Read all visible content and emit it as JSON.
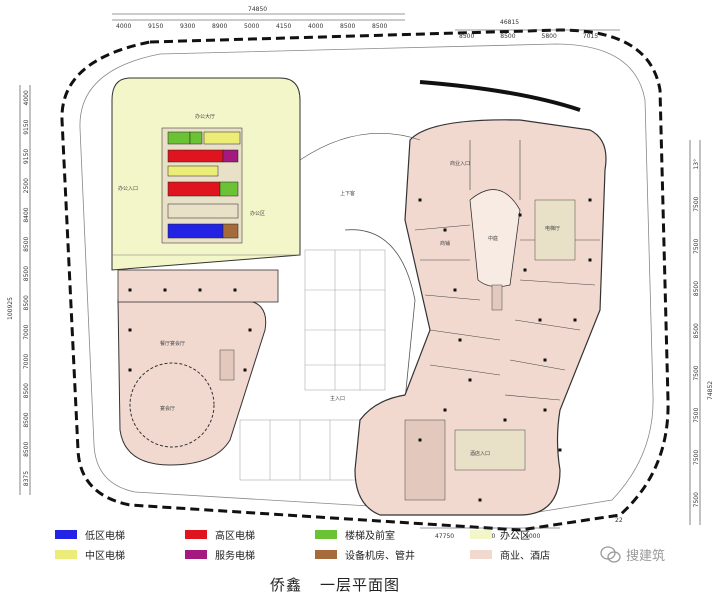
{
  "title": {
    "project": "侨鑫",
    "name": "一层平面图"
  },
  "legend": [
    {
      "label": "低区电梯",
      "color": "#2323e6"
    },
    {
      "label": "高区电梯",
      "color": "#e0141e"
    },
    {
      "label": "楼梯及前室",
      "color": "#6cc235"
    },
    {
      "label": "办公区",
      "color": "#f3f6c9"
    },
    {
      "label": "中区电梯",
      "color": "#ecec78"
    },
    {
      "label": "服务电梯",
      "color": "#a3197f"
    },
    {
      "label": "设备机房、管井",
      "color": "#a66b3a"
    },
    {
      "label": "商业、酒店",
      "color": "#f2d9d0"
    }
  ],
  "watermark": "搜建筑",
  "dimensions": {
    "top_total": "74850",
    "top_right_total": "46815",
    "top_segments": [
      "4000",
      "9150",
      "9300",
      "8900",
      "5000",
      "4150",
      "4000",
      "8500",
      "8500"
    ],
    "top_right_segments": [
      "8500",
      "8500",
      "5800",
      "7015"
    ],
    "left_total": "100925",
    "left_segments": [
      "4000",
      "9150",
      "9150",
      "2500",
      "8400",
      "8500",
      "8500",
      "8500",
      "7000",
      "7000",
      "8500",
      "8500",
      "8500",
      "8375"
    ],
    "right_total": "74852",
    "right_segments": [
      "13°",
      "7500",
      "7500",
      "8500",
      "8500",
      "7500",
      "7500",
      "7500",
      "7500"
    ],
    "bottom_segments": [
      "47750",
      "9000",
      "9000"
    ],
    "bottom_partial": "22"
  },
  "room_labels": [
    "办公入口",
    "办公大厅",
    "办公区",
    "餐厅宴会厅",
    "宴会厅",
    "上下客",
    "主入口",
    "商业入口",
    "酒店入口",
    "电梯厅",
    "商铺",
    "中庭"
  ]
}
